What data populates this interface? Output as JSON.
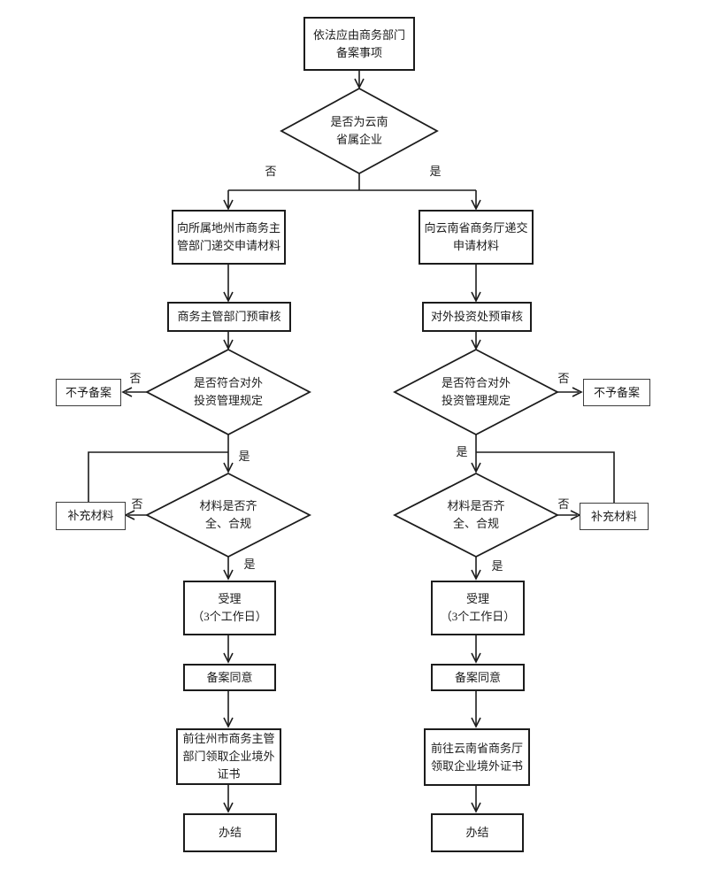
{
  "diagram": {
    "type": "flowchart",
    "background": "#ffffff",
    "line_color": "#1c1c1c",
    "labels": {
      "yes": "是",
      "no": "否"
    },
    "nodes": {
      "start": "依法应由商务部门\n备案事项",
      "decision_province": "是否为云南\n省属企业",
      "submit_city": "向所属地州市商务主\n管部门递交申请材料",
      "submit_province": "向云南省商务厅递交\n申请材料",
      "preview_city": "商务主管部门预审核",
      "preview_province": "对外投资处预审核",
      "decision_compliance": "是否符合对外\n投资管理规定",
      "reject": "不予备案",
      "decision_materials": "材料是否齐\n全、合规",
      "supplement": "补充材料",
      "accept": "受理\n（3个工作日）",
      "agree": "备案同意",
      "certificate_city": "前往州市商务主管\n部门领取企业境外\n证书",
      "certificate_province": "前往云南省商务厅\n领取企业境外证书",
      "done": "办结"
    }
  }
}
